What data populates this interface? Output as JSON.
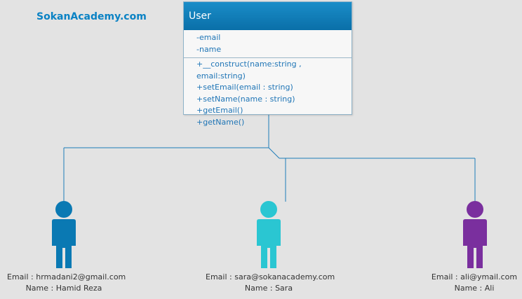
{
  "brand": "SokanAcademy.com",
  "class": {
    "name": "User",
    "attributes": [
      "-email",
      "-name"
    ],
    "methods": [
      "+__construct(name:string , email:string)",
      "+setEmail(email : string)",
      "+setName(name : string)",
      "+getEmail()",
      "+getName()"
    ]
  },
  "instances": [
    {
      "email": "Email : hrmadani2@gmail.com",
      "name": "Name : Hamid Reza",
      "color": "#0a79b3"
    },
    {
      "email": "Email : sara@sokanacademy.com",
      "name": "Name : Sara",
      "color": "#2ac6d2"
    },
    {
      "email": "Email : ali@ymail.com",
      "name": "Name : Ali",
      "color": "#7a2f9e"
    }
  ],
  "colors": {
    "header": "#0a79b3",
    "connector": "#1e7db8",
    "text": "#1f75b6"
  }
}
